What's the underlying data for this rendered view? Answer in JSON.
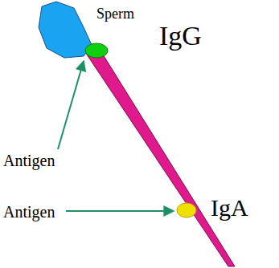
{
  "diagram": {
    "labels": [
      "Sperm",
      "IgG",
      "Antigen",
      "Antigen",
      "IgA"
    ]
  }
}
